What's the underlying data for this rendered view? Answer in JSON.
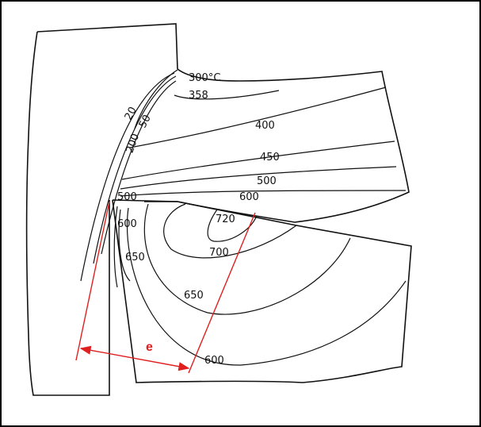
{
  "isotherm_labels": {
    "t300": "300°C",
    "t358": "358",
    "t400": "400",
    "t450": "450",
    "t500": "500",
    "t600": "600",
    "t720": "720",
    "t700": "700",
    "t650": "650",
    "t600b": "600",
    "t650b": "650",
    "t600c": "600",
    "t500b": "500",
    "t20": "20",
    "t50": "50",
    "t200": "200"
  },
  "annotation": {
    "label": "e",
    "color": "#e02020"
  },
  "colors": {
    "ink": "#111111",
    "annotation": "#e02020"
  }
}
